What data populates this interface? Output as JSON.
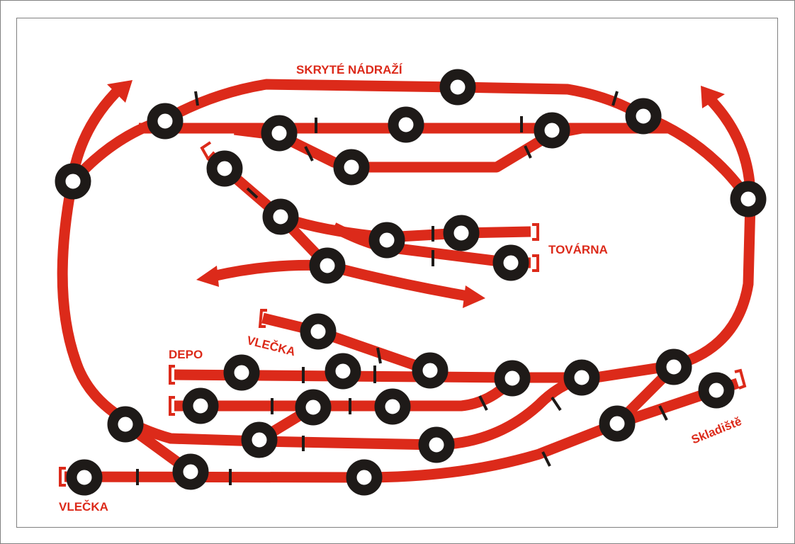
{
  "labels": {
    "hidden_station": "SKRYTÉ NÁDRAŽÍ",
    "factory": "TOVÁRNA",
    "depot": "DEPO",
    "siding_upper": "VLEČKA",
    "siding_lower": "VLEČKA",
    "warehouse": "Skladiště"
  },
  "colors": {
    "track": "#dc2a1a",
    "ring": "#1e1a18",
    "tick": "#1e1a18"
  }
}
